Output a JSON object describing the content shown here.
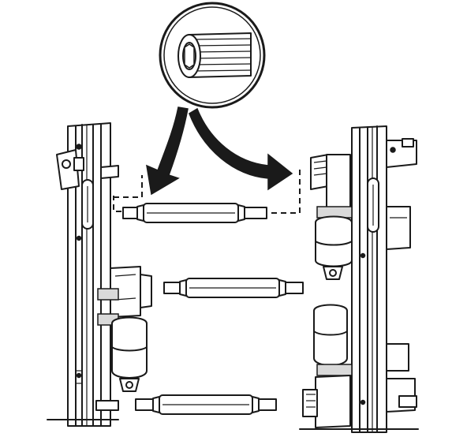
{
  "figure": {
    "ink_color": "#1a1a1a",
    "paper_color": "#ffffff",
    "shade_color": "#d9d9d9",
    "components": [
      "left-seat-track",
      "right-seat-track",
      "magnifier-splined-shaft-end",
      "drive-cable-upper",
      "drive-cable-middle",
      "drive-cable-lower",
      "arrow-to-left-track",
      "arrow-to-right-track"
    ]
  }
}
